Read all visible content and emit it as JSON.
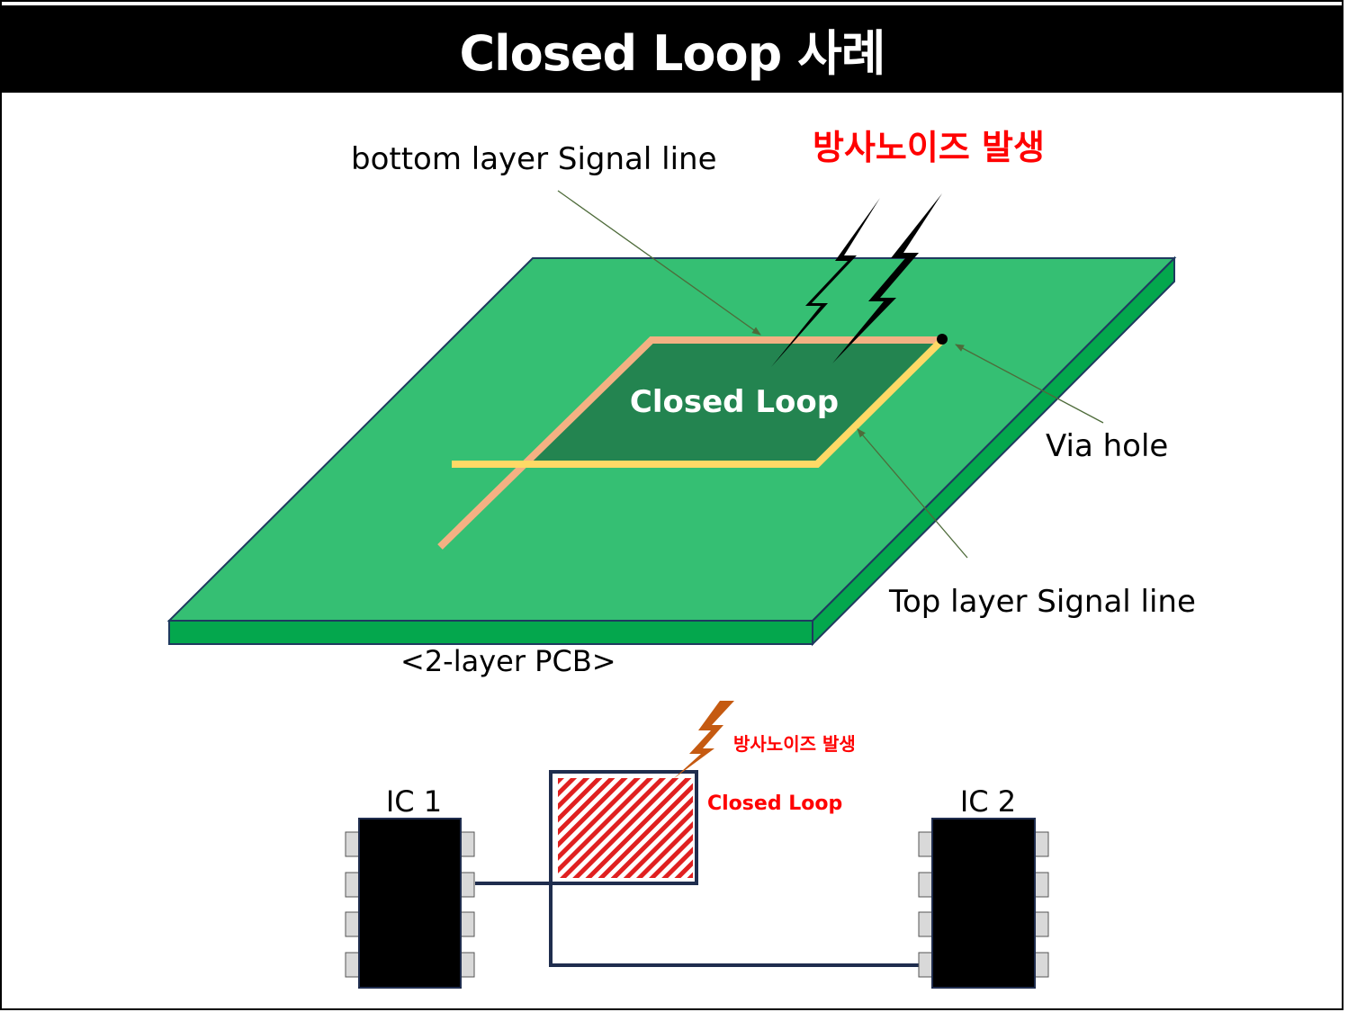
{
  "title": "Closed Loop 사례",
  "pcb": {
    "labels": {
      "bottom_signal": "bottom layer Signal line",
      "noise": "방사노이즈 발생",
      "loop": "Closed Loop",
      "via": "Via hole",
      "top_signal": "Top layer Signal line",
      "caption": "<2-layer PCB>"
    },
    "colors": {
      "board_top": "#35BF73",
      "board_side": "#04A74D",
      "loop_fill": "#238450",
      "bottom_line": "#F4B183",
      "top_line": "#FFD966",
      "noise_text": "#FF0000"
    }
  },
  "schematic": {
    "ic1_label": "IC 1",
    "ic2_label": "IC 2",
    "noise": "방사노이즈 발생",
    "loop": "Closed Loop",
    "colors": {
      "ic_body": "#000000",
      "pin": "#D9D9D9",
      "wire": "#1F2D4E",
      "hatch": "#E02020",
      "bolt": "#C55A11"
    }
  }
}
